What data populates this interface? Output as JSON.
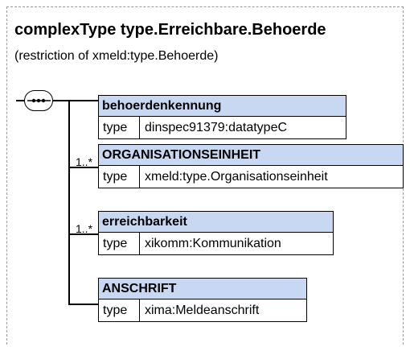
{
  "header": {
    "title": "complexType type.Erreichbare.Behoerde",
    "subtitle": "(restriction of xmeld:type.Behoerde)"
  },
  "sequence": {
    "icon": "sequence-icon"
  },
  "elements": [
    {
      "name": "behoerdenkennung",
      "type_key": "type",
      "type_value": "dinspec91379:datatypeC",
      "multiplicity": ""
    },
    {
      "name": "ORGANISATIONSEINHEIT",
      "type_key": "type",
      "type_value": "xmeld:type.Organisationseinheit",
      "multiplicity": "1..*"
    },
    {
      "name": "erreichbarkeit",
      "type_key": "type",
      "type_value": "xikomm:Kommunikation",
      "multiplicity": "1..*"
    },
    {
      "name": "ANSCHRIFT",
      "type_key": "type",
      "type_value": "xima:Meldeanschrift",
      "multiplicity": ""
    }
  ],
  "colors": {
    "header_fill": "#c8d8f3",
    "border": "#000000",
    "frame": "#999999"
  }
}
